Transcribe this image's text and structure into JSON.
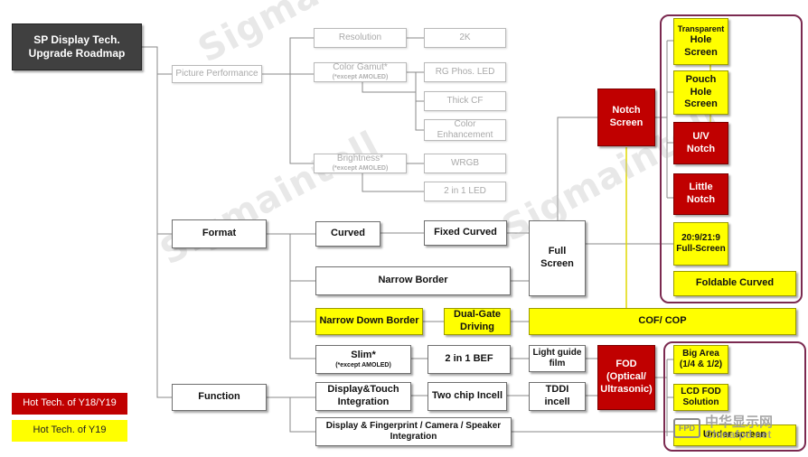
{
  "title": {
    "line1": "SP Display Tech.",
    "line2": "Upgrade Roadmap"
  },
  "categories": {
    "picture": "Picture Performance",
    "format": "Format",
    "function": "Function"
  },
  "picture_items": {
    "resolution": "Resolution",
    "k2": "2K",
    "color_gamut": "Color Gamut*",
    "color_gamut_note": "(*except AMOLED)",
    "rg_phos": "RG Phos. LED",
    "thick_cf": "Thick CF",
    "color_enh_1": "Color",
    "color_enh_2": "Enhancement",
    "brightness": "Brightness*",
    "brightness_note": "(*except AMOLED)",
    "wrgb": "WRGB",
    "two_in_one_led": "2 in 1 LED"
  },
  "format_items": {
    "curved": "Curved",
    "fixed_curved": "Fixed Curved",
    "full_1": "Full",
    "full_2": "Screen",
    "narrow_border": "Narrow Border",
    "narrow_down_border": "Narrow Down Border",
    "dual_gate_1": "Dual-Gate",
    "dual_gate_2": "Driving",
    "cof_cop": "COF/ COP",
    "notch_1": "Notch",
    "notch_2": "Screen",
    "transparent_1": "Transparent",
    "transparent_2": "Hole",
    "transparent_3": "Screen",
    "pouch_1": "Pouch",
    "pouch_2": "Hole",
    "pouch_3": "Screen",
    "uv_1": "U/V",
    "uv_2": "Notch",
    "little_1": "Little",
    "little_2": "Notch",
    "ratio_1": "20:9/21:9",
    "ratio_2": "Full-Screen",
    "foldable": "Foldable Curved"
  },
  "function_items": {
    "slim": "Slim*",
    "slim_note": "(*except AMOLED)",
    "bef": "2 in 1 BEF",
    "lgf_1": "Light guide",
    "lgf_2": "film",
    "dti_1": "Display&Touch",
    "dti_2": "Integration",
    "two_chip": "Two chip Incell",
    "tddi_1": "TDDI",
    "tddi_2": "incell",
    "fod_1": "FOD",
    "fod_2": "(Optical/",
    "fod_3": "Ultrasonic)",
    "big_area_1": "Big Area",
    "big_area_2": "(1/4 & 1/2)",
    "lcd_fod_1": "LCD FOD",
    "lcd_fod_2": "Solution",
    "under_screen": "Under screen",
    "dfcs_1": "Display & Fingerprint / Camera / Speaker",
    "dfcs_2": "Integration"
  },
  "legend": {
    "red": "Hot Tech. of Y18/Y19",
    "yellow": "Hot Tech. of Y19"
  },
  "watermark": "Sigmaintell",
  "logo": {
    "badge": "FPD",
    "cn": "中华显示网",
    "en": "Chinafpd.net"
  },
  "colors": {
    "hot_red": "#c00000",
    "hot_yellow": "#ffff00",
    "group_border": "#7b2a50",
    "title_bg": "#404040"
  }
}
